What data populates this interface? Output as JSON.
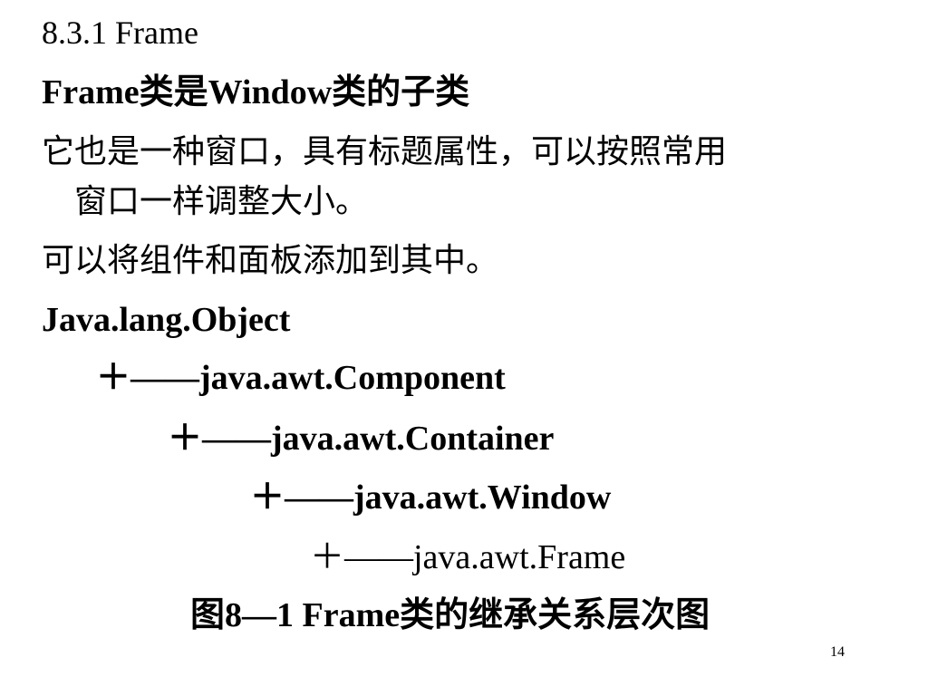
{
  "section": {
    "title": "8.3.1  Frame"
  },
  "bullets": [
    "Frame类是Window类的子类",
    "它也是一种窗口，具有标题属性，可以按照常用",
    "窗口一样调整大小。",
    "可以将组件和面板添加到其中。",
    "Java.lang.Object"
  ],
  "tree": [
    "＋——java.awt.Component",
    "＋——java.awt.Container",
    "＋——java.awt.Window",
    "＋——java.awt.Frame"
  ],
  "caption": "图8—1 Frame类的继承关系层次图",
  "page_number": "14"
}
